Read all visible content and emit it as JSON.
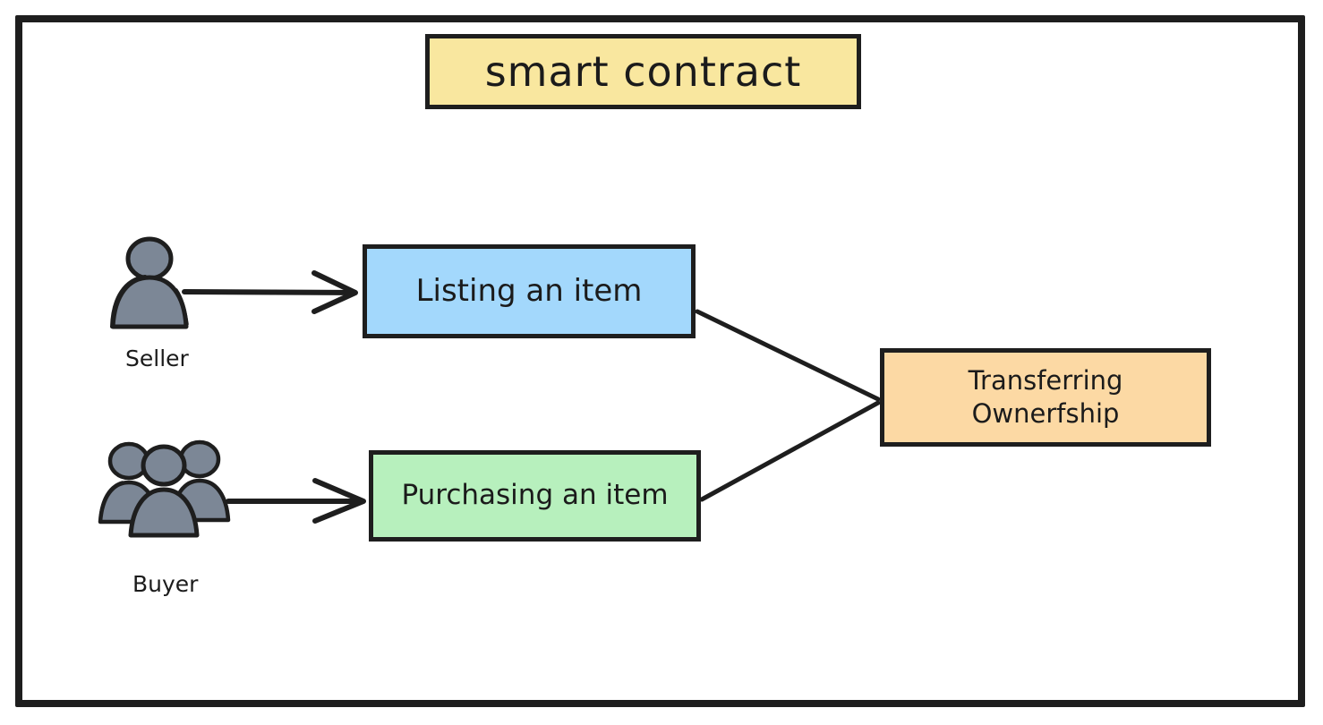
{
  "diagram": {
    "title_box": {
      "label": "smart contract",
      "fill": "#f9e79f",
      "stroke": "#1e1e1e"
    },
    "frame": {
      "stroke": "#1e1e1e"
    },
    "actors": [
      {
        "id": "seller",
        "label": "Seller",
        "icon": "single-person-icon",
        "fill": "#7c8796",
        "stroke": "#1e1e1e"
      },
      {
        "id": "buyer",
        "label": "Buyer",
        "icon": "group-of-people-icon",
        "fill": "#7c8796",
        "stroke": "#1e1e1e"
      }
    ],
    "nodes": [
      {
        "id": "listing",
        "label": "Listing an item",
        "fill": "#a3d8fc",
        "stroke": "#1e1e1e"
      },
      {
        "id": "purchasing",
        "label": "Purchasing an item",
        "fill": "#b7f0bd",
        "stroke": "#1e1e1e"
      },
      {
        "id": "transfer",
        "label_line1": "Transferring",
        "label_line2": "Ownerfship",
        "fill": "#fcd9a4",
        "stroke": "#1e1e1e"
      }
    ],
    "edges": [
      {
        "id": "seller-to-listing",
        "from": "seller",
        "to": "listing",
        "arrowhead": "open-v",
        "stroke": "#1e1e1e"
      },
      {
        "id": "buyer-to-purchasing",
        "from": "buyer",
        "to": "purchasing",
        "arrowhead": "open-v",
        "stroke": "#1e1e1e"
      },
      {
        "id": "listing-to-transfer",
        "from": "listing",
        "to": "transfer",
        "arrowhead": "none",
        "stroke": "#1e1e1e"
      },
      {
        "id": "purchasing-to-transfer",
        "from": "purchasing",
        "to": "transfer",
        "arrowhead": "none",
        "stroke": "#1e1e1e"
      }
    ]
  }
}
